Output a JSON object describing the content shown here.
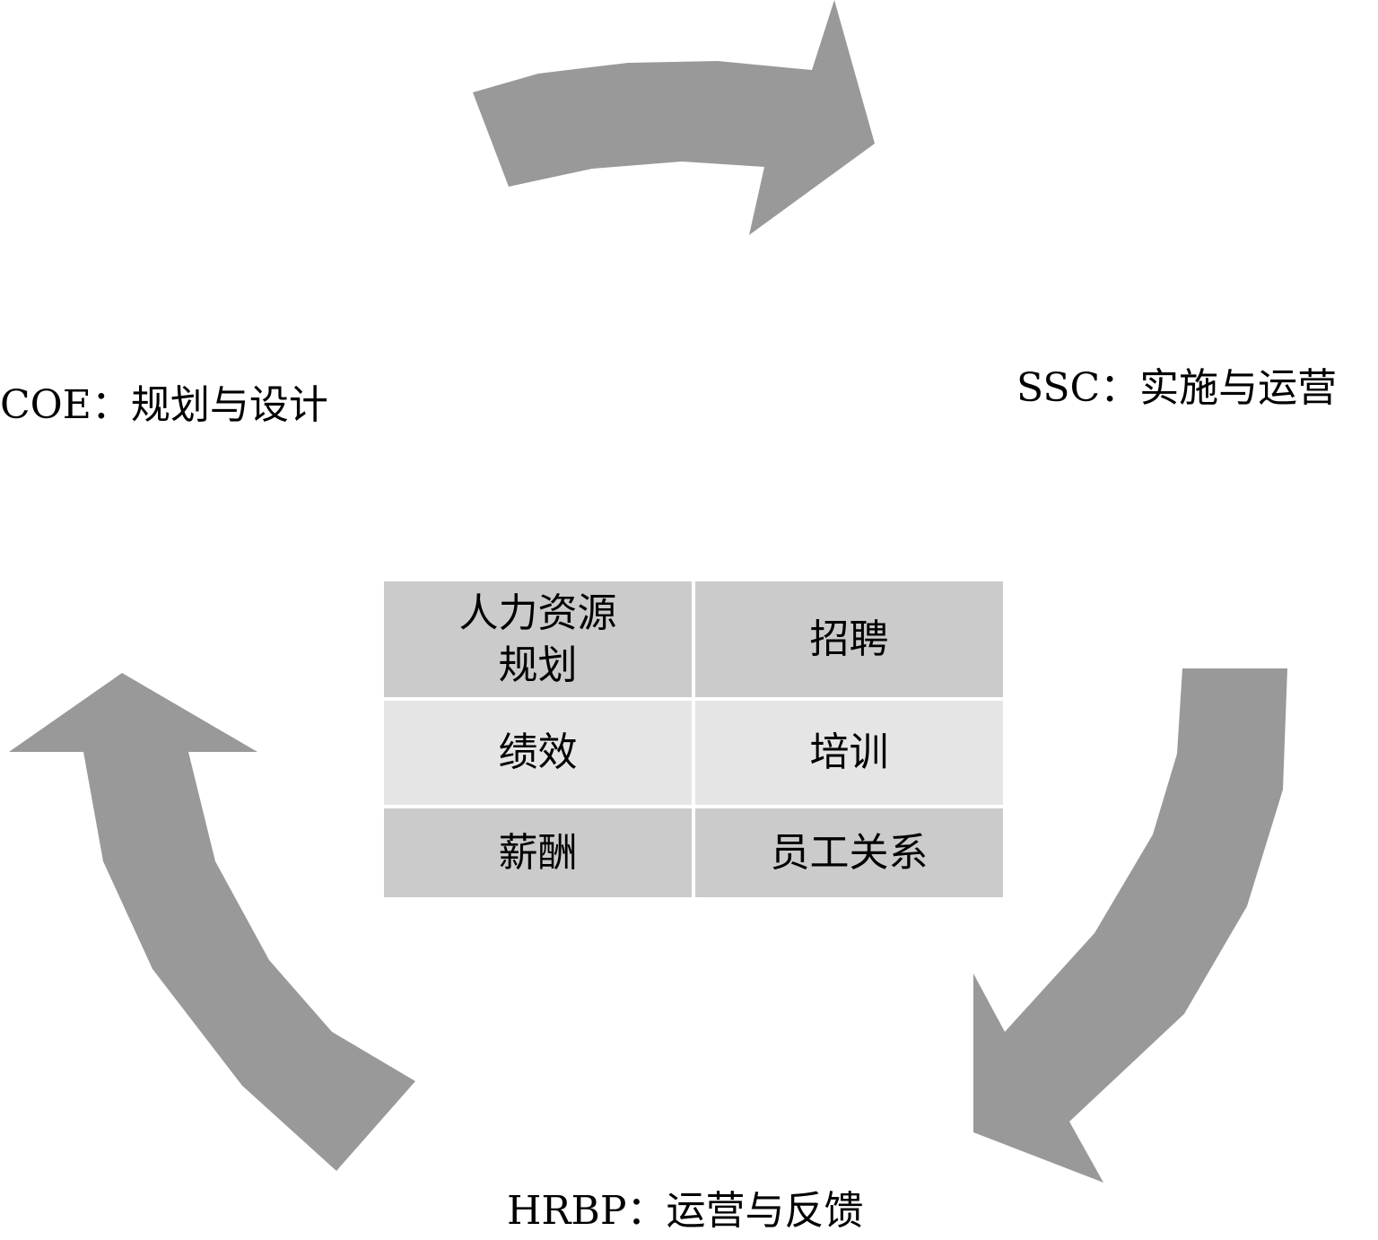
{
  "labels": {
    "coe": "COE：规划与设计",
    "ssc": "SSC：实施与运营",
    "hrbp": "HRBP：运营与反馈"
  },
  "table": {
    "cells": [
      [
        "人力资源\n规划",
        "招聘"
      ],
      [
        "绩效",
        "培训"
      ],
      [
        "薪酬",
        "员工关系"
      ]
    ]
  },
  "colors": {
    "arrow": "#999999",
    "row_dark": "#cbcbcb",
    "row_light": "#e5e5e5"
  }
}
